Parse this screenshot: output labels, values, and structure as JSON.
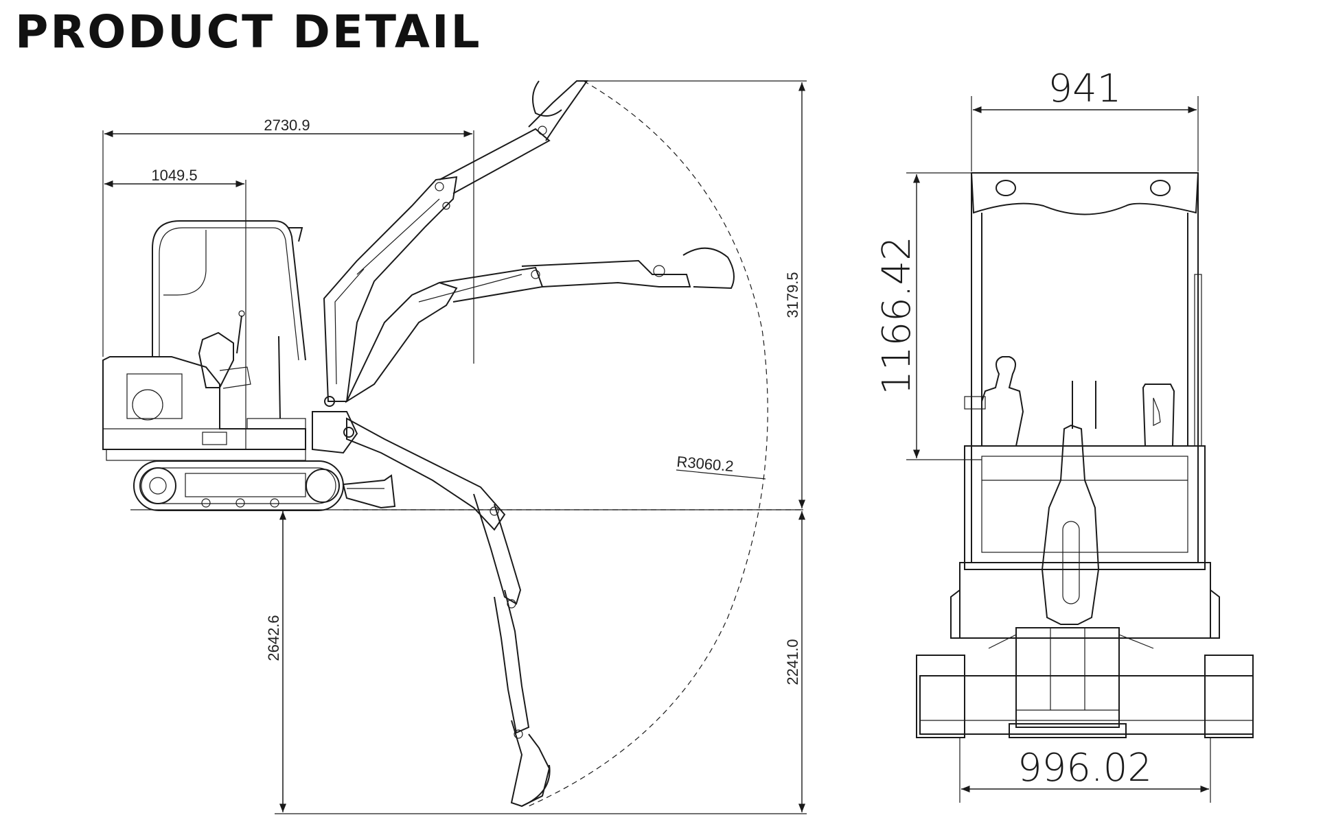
{
  "title": "PRODUCT DETAIL",
  "side_view": {
    "overall_length": "2730.9",
    "tail_length": "1049.5",
    "max_height": "3179.5",
    "max_reach_radius": "R3060.2",
    "max_dig_depth": "2642.6",
    "vertical_depth": "2241.0"
  },
  "front_view": {
    "canopy_width": "941",
    "canopy_height": "1166.42",
    "track_width": "996.02"
  },
  "colors": {
    "line": "#1a1a1a",
    "background": "#ffffff"
  }
}
